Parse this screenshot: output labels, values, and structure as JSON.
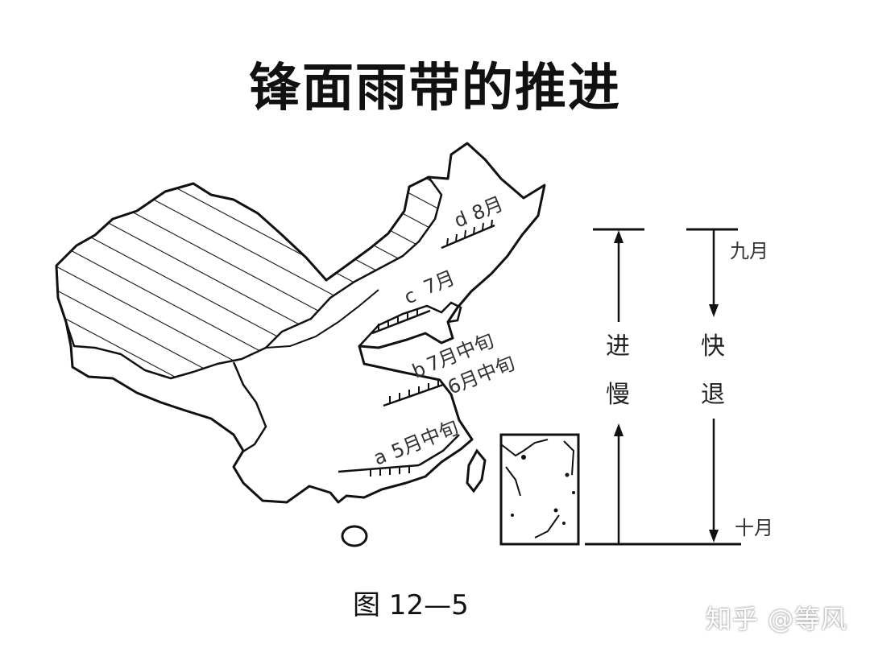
{
  "page": {
    "title": "锋面雨带的推进",
    "caption": "图 12—5",
    "watermark": "知乎 @等风"
  },
  "fronts": [
    {
      "letter": "d",
      "date": "8月"
    },
    {
      "letter": "c",
      "date": "7月"
    },
    {
      "letter": "b",
      "date": "7月中旬"
    },
    {
      "letter": "",
      "date": "6月中旬"
    },
    {
      "letter": "a",
      "date": "5月中旬"
    }
  ],
  "timeline": {
    "start_month": "九月",
    "end_month": "十月",
    "advance_chars": [
      "进",
      "慢"
    ],
    "retreat_chars": [
      "快",
      "退"
    ]
  },
  "colors": {
    "ink": "#111111",
    "background": "#ffffff"
  }
}
